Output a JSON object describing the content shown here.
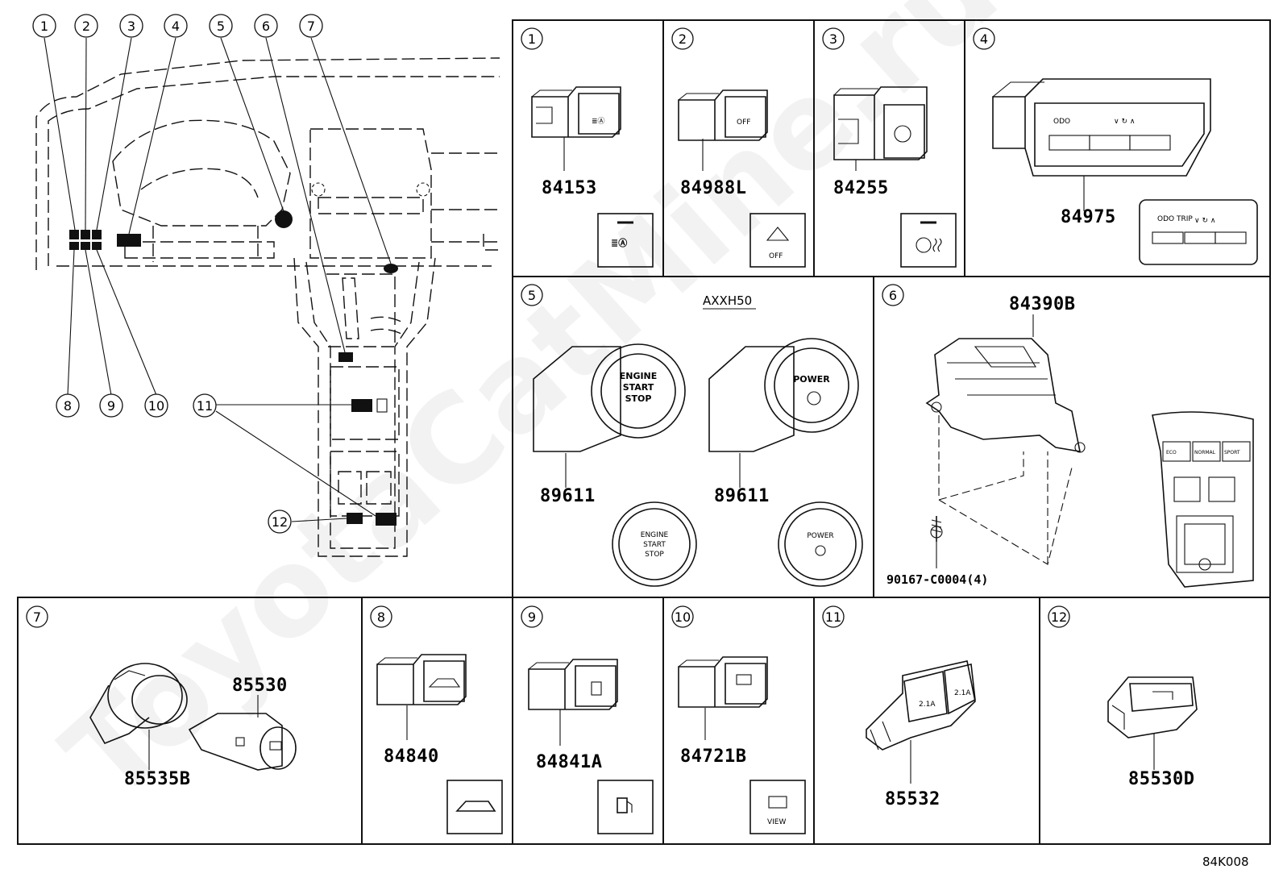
{
  "diagram": {
    "watermark": "ToyotaCatMine.ru",
    "code": "84K008",
    "overview_callouts": [
      "1",
      "2",
      "3",
      "4",
      "5",
      "6",
      "7",
      "8",
      "9",
      "10",
      "11",
      "12"
    ],
    "panels": [
      {
        "id": "1",
        "parts": [
          "84153"
        ]
      },
      {
        "id": "2",
        "parts": [
          "84988L"
        ],
        "icon_text": "OFF"
      },
      {
        "id": "3",
        "parts": [
          "84255"
        ]
      },
      {
        "id": "4",
        "parts": [
          "84975"
        ],
        "icon_text": "ODO TRIP"
      },
      {
        "id": "5",
        "variant": "AXXH50",
        "parts": [
          "89611",
          "89611"
        ],
        "btn_engine": [
          "ENGINE",
          "START",
          "STOP"
        ],
        "btn_power": "POWER"
      },
      {
        "id": "6",
        "parts": [
          "84390B",
          "90167-C0004(4)"
        ],
        "console_labels": [
          "ECO",
          "NORMAL",
          "SPORT"
        ]
      },
      {
        "id": "7",
        "parts": [
          "85530",
          "85535B"
        ]
      },
      {
        "id": "8",
        "parts": [
          "84840"
        ]
      },
      {
        "id": "9",
        "parts": [
          "84841A"
        ]
      },
      {
        "id": "10",
        "parts": [
          "84721B"
        ],
        "icon_text": "VIEW"
      },
      {
        "id": "11",
        "parts": [
          "85532"
        ],
        "label_usb": "2.1A"
      },
      {
        "id": "12",
        "parts": [
          "85530D"
        ]
      }
    ]
  }
}
